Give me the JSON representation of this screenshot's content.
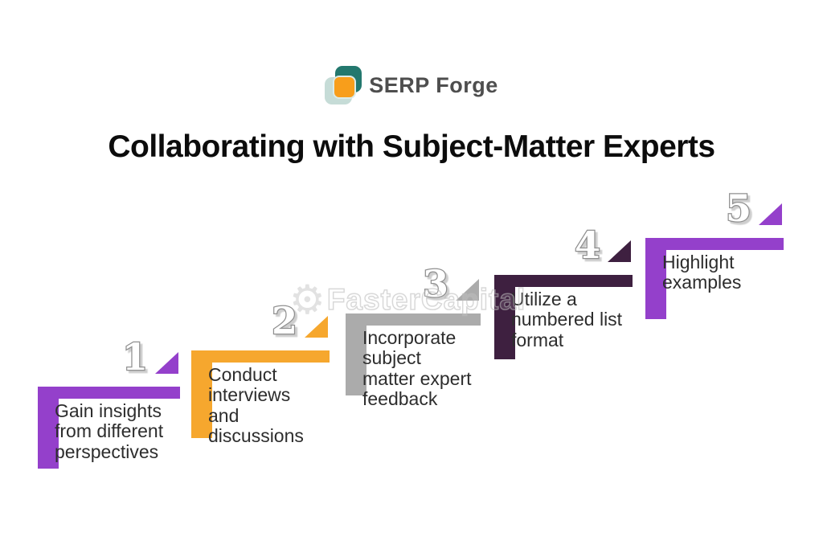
{
  "logo": {
    "text": "SERP Forge",
    "icon": "serp-forge-logo",
    "colors": {
      "teal": "#23786e",
      "pale_teal": "#c6dcd7",
      "orange": "#f89e1b"
    }
  },
  "title": "Collaborating with Subject-Matter Experts",
  "watermark": {
    "text": "FasterCapital",
    "icon": "gear-icon"
  },
  "steps": [
    {
      "number": "1",
      "label": "Gain insights\nfrom different\nperspectives",
      "color": "#9440cb"
    },
    {
      "number": "2",
      "label": "Conduct\ninterviews\nand\ndiscussions",
      "color": "#f6a72e"
    },
    {
      "number": "3",
      "label": "Incorporate\nsubject\nmatter expert\nfeedback",
      "color": "#ababab"
    },
    {
      "number": "4",
      "label": "Utilize a\nnumbered list\nformat",
      "color": "#3e2040"
    },
    {
      "number": "5",
      "label": "Highlight\nexamples",
      "color": "#9440cb"
    }
  ]
}
